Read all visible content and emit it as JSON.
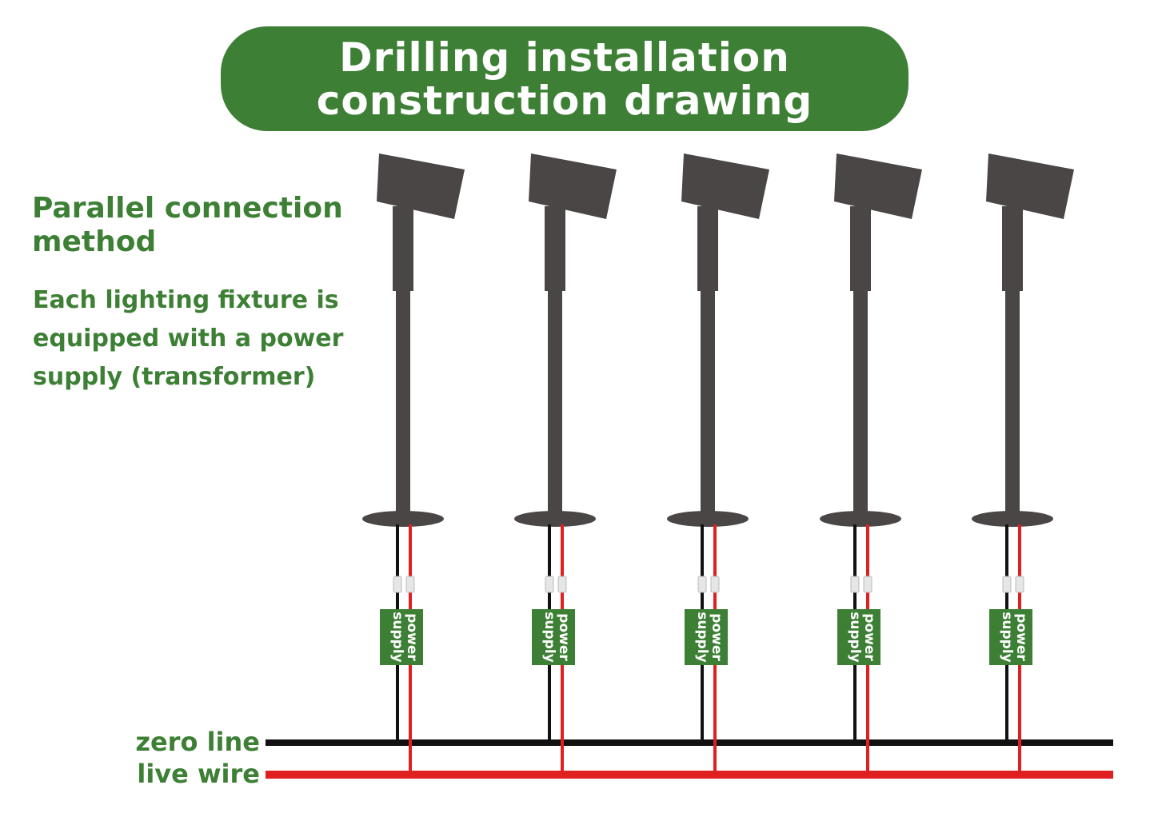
{
  "title": {
    "line1": "Drilling installation",
    "line2": "construction drawing"
  },
  "heading": {
    "line1": "Parallel connection",
    "line2": "method"
  },
  "description": {
    "line1": "Each lighting fixture is",
    "line2": "equipped with a power",
    "line3": "supply (transformer)"
  },
  "fixtures": [
    {
      "power_label": "power supply"
    },
    {
      "power_label": "power supply"
    },
    {
      "power_label": "power supply"
    },
    {
      "power_label": "power supply"
    },
    {
      "power_label": "power supply"
    }
  ],
  "lines": {
    "zero_label": "zero line",
    "live_label": "live wire"
  },
  "colors": {
    "accent_green": "#3d8035",
    "fixture_gray": "#4a4646",
    "zero_wire": "#111111",
    "live_wire": "#e02020"
  }
}
